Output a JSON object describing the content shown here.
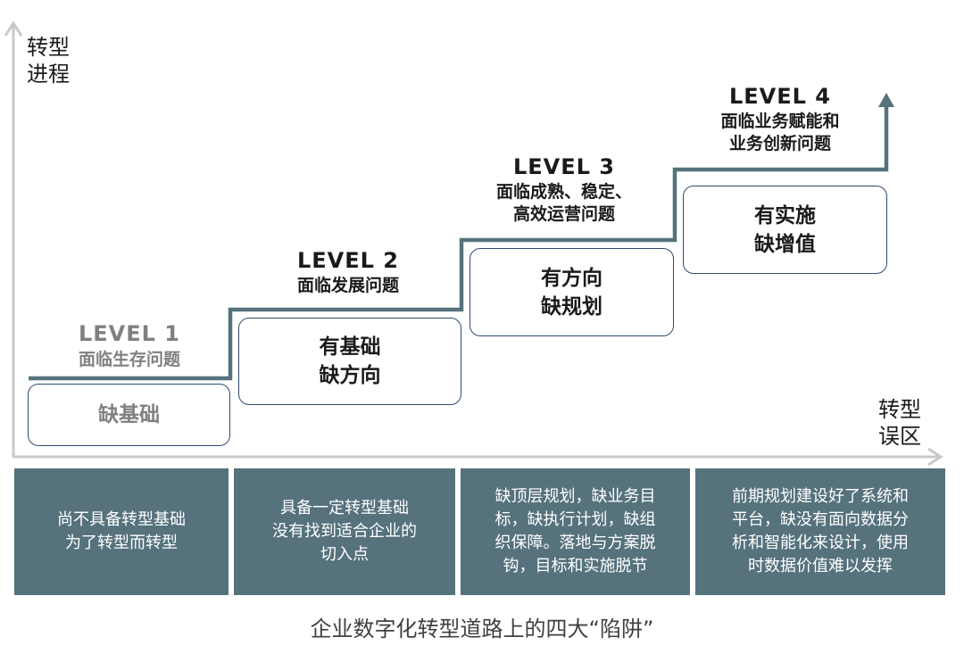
{
  "axes": {
    "y_label_line1": "转型",
    "y_label_line2": "进程",
    "x_label_line1": "转型",
    "x_label_line2": "误区"
  },
  "levels": [
    {
      "title": "LEVEL 1",
      "subtitle_line1": "面临生存问题",
      "subtitle_line2": "",
      "box_line1": "缺基础",
      "box_line2": ""
    },
    {
      "title": "LEVEL 2",
      "subtitle_line1": "面临发展问题",
      "subtitle_line2": "",
      "box_line1": "有基础",
      "box_line2": "缺方向"
    },
    {
      "title": "LEVEL 3",
      "subtitle_line1": "面临成熟、稳定、",
      "subtitle_line2": "高效运营问题",
      "box_line1": "有方向",
      "box_line2": "缺规划"
    },
    {
      "title": "LEVEL 4",
      "subtitle_line1": "面临业务赋能和",
      "subtitle_line2": "业务创新问题",
      "box_line1": "有实施",
      "box_line2": "缺增值"
    }
  ],
  "panels": [
    {
      "lines": [
        "尚不具备转型基础",
        "为了转型而转型"
      ]
    },
    {
      "lines": [
        "具备一定转型基础",
        "没有找到适合企业的",
        "切入点"
      ]
    },
    {
      "lines": [
        "缺顶层规划，缺业务目",
        "标，缺执行计划，缺组",
        "织保障。落地与方案脱",
        "钩，目标和实施脱节"
      ]
    },
    {
      "lines": [
        "前期规划建设好了系统和",
        "平台，缺没有面向数据分",
        "析和智能化来设计，使用",
        "时数据价值难以发挥"
      ]
    }
  ],
  "caption": "企业数字化转型道路上的四大“陷阱”",
  "colors": {
    "axis": "#c8c8c8",
    "staircase": "#55727d",
    "box_border": "#2f4a73",
    "panel_bg": "#55727d",
    "level1_text": "#808080",
    "text": "#1a1a1a"
  }
}
